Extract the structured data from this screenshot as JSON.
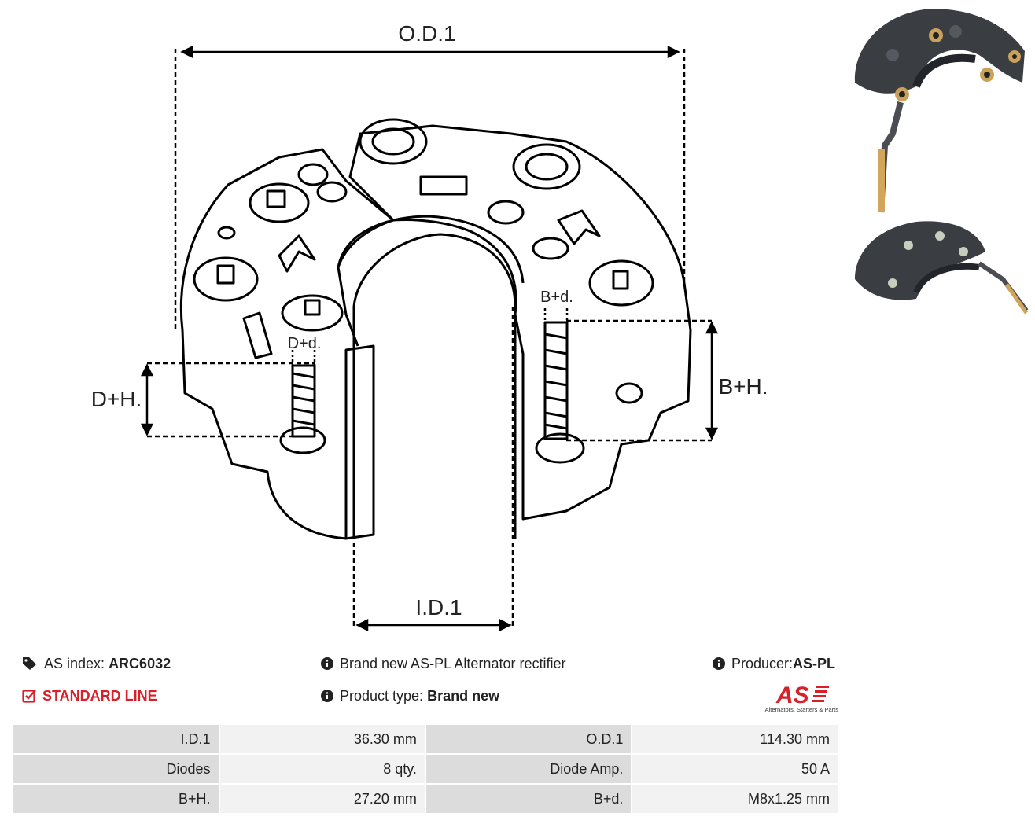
{
  "drawing_labels": {
    "od": "O.D.1",
    "id": "I.D.1",
    "dh": "D+H.",
    "bh": "B+H.",
    "dd": "D+d.",
    "bd": "B+d."
  },
  "info": {
    "as_index_label": "AS index:",
    "as_index_value": "ARC6032",
    "standard_line": "STANDARD LINE",
    "description": "Brand new AS-PL Alternator rectifier",
    "product_type_label": "Product type:",
    "product_type_value": "Brand new",
    "producer_label": "Producer:",
    "producer_value": "AS-PL"
  },
  "logo": {
    "mark": "AS",
    "tagline": "Alternators, Starters & Parts",
    "color": "#d6202a"
  },
  "specs": [
    {
      "label1": "I.D.1",
      "value1": "36.30 mm",
      "label2": "O.D.1",
      "value2": "114.30 mm"
    },
    {
      "label1": "Diodes",
      "value1": "8 qty.",
      "label2": "Diode Amp.",
      "value2": "50 A"
    },
    {
      "label1": "B+H.",
      "value1": "27.20 mm",
      "label2": "B+d.",
      "value2": "M8x1.25 mm"
    }
  ],
  "icons": {
    "tag": "tag-icon",
    "check": "checkbox-icon",
    "info": "info-icon"
  }
}
